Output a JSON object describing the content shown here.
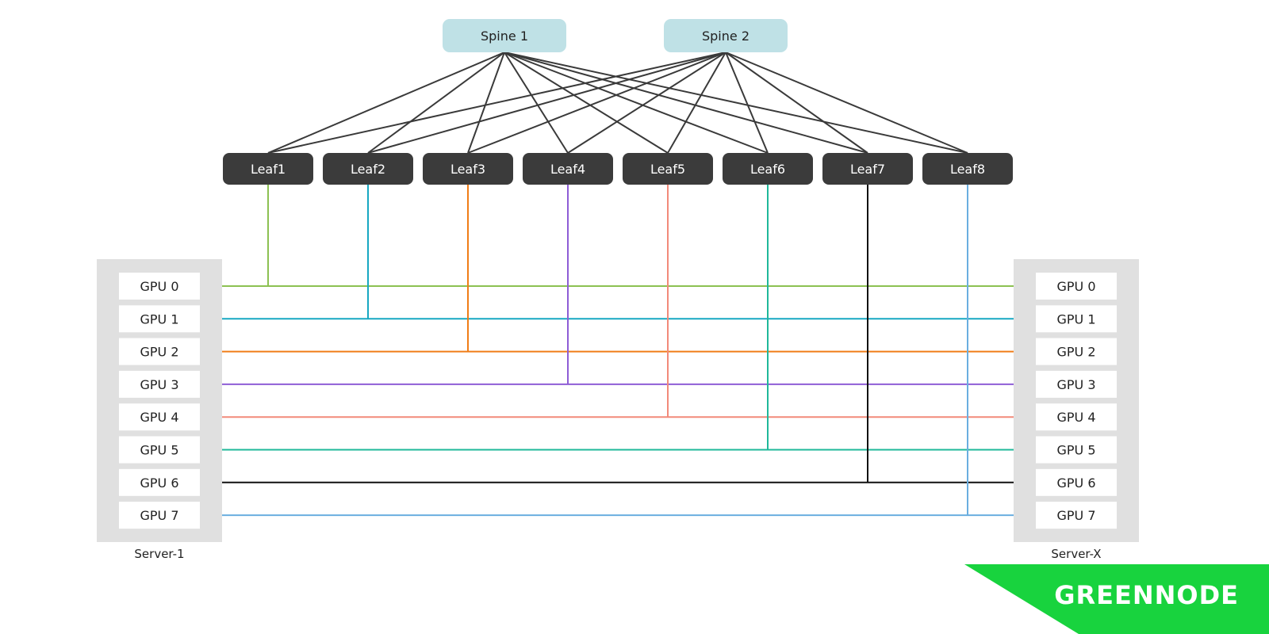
{
  "spines": [
    {
      "label": "Spine 1"
    },
    {
      "label": "Spine 2"
    }
  ],
  "leaves": [
    {
      "label": "Leaf1",
      "color": "#8cc152"
    },
    {
      "label": "Leaf2",
      "color": "#17a8c2"
    },
    {
      "label": "Leaf3",
      "color": "#f07d17"
    },
    {
      "label": "Leaf4",
      "color": "#8e5dd6"
    },
    {
      "label": "Leaf5",
      "color": "#f28a7a"
    },
    {
      "label": "Leaf6",
      "color": "#1fb89a"
    },
    {
      "label": "Leaf7",
      "color": "#111111"
    },
    {
      "label": "Leaf8",
      "color": "#6aaee0"
    }
  ],
  "gpus": [
    "GPU 0",
    "GPU 1",
    "GPU 2",
    "GPU 3",
    "GPU 4",
    "GPU 5",
    "GPU 6",
    "GPU 7"
  ],
  "servers": [
    {
      "label": "Server-1"
    },
    {
      "label": "Server-X"
    }
  ],
  "logo": {
    "text": "GREENNODE",
    "color": "#18d33e"
  },
  "colors": {
    "spine_fill": "#bfe1e6",
    "leaf_fill": "#3b3b3b",
    "server_fill": "#e0e0e0",
    "spine_link": "#3a3a3a"
  }
}
